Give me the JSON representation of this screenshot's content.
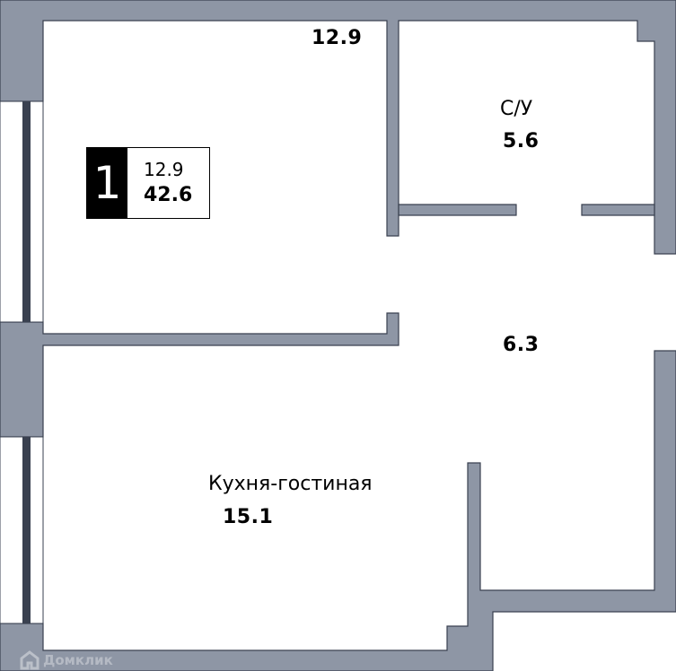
{
  "colors": {
    "wall_fill": "#8e96a5",
    "wall_stroke": "#3a4150",
    "window_glass": "#3a4150",
    "background": "#ffffff",
    "text": "#000000"
  },
  "badge": {
    "rooms": "1",
    "living_area": "12.9",
    "total_area": "42.6"
  },
  "rooms": [
    {
      "id": "bedroom",
      "name": "",
      "area": "12.9"
    },
    {
      "id": "bathroom",
      "name": "С/У",
      "area": "5.6"
    },
    {
      "id": "hallway",
      "name": "",
      "area": "6.3"
    },
    {
      "id": "kitchen-living",
      "name": "Кухня-гостиная",
      "area": "15.1"
    }
  ],
  "watermark": {
    "icon": "house-icon",
    "text": "Домклик"
  }
}
